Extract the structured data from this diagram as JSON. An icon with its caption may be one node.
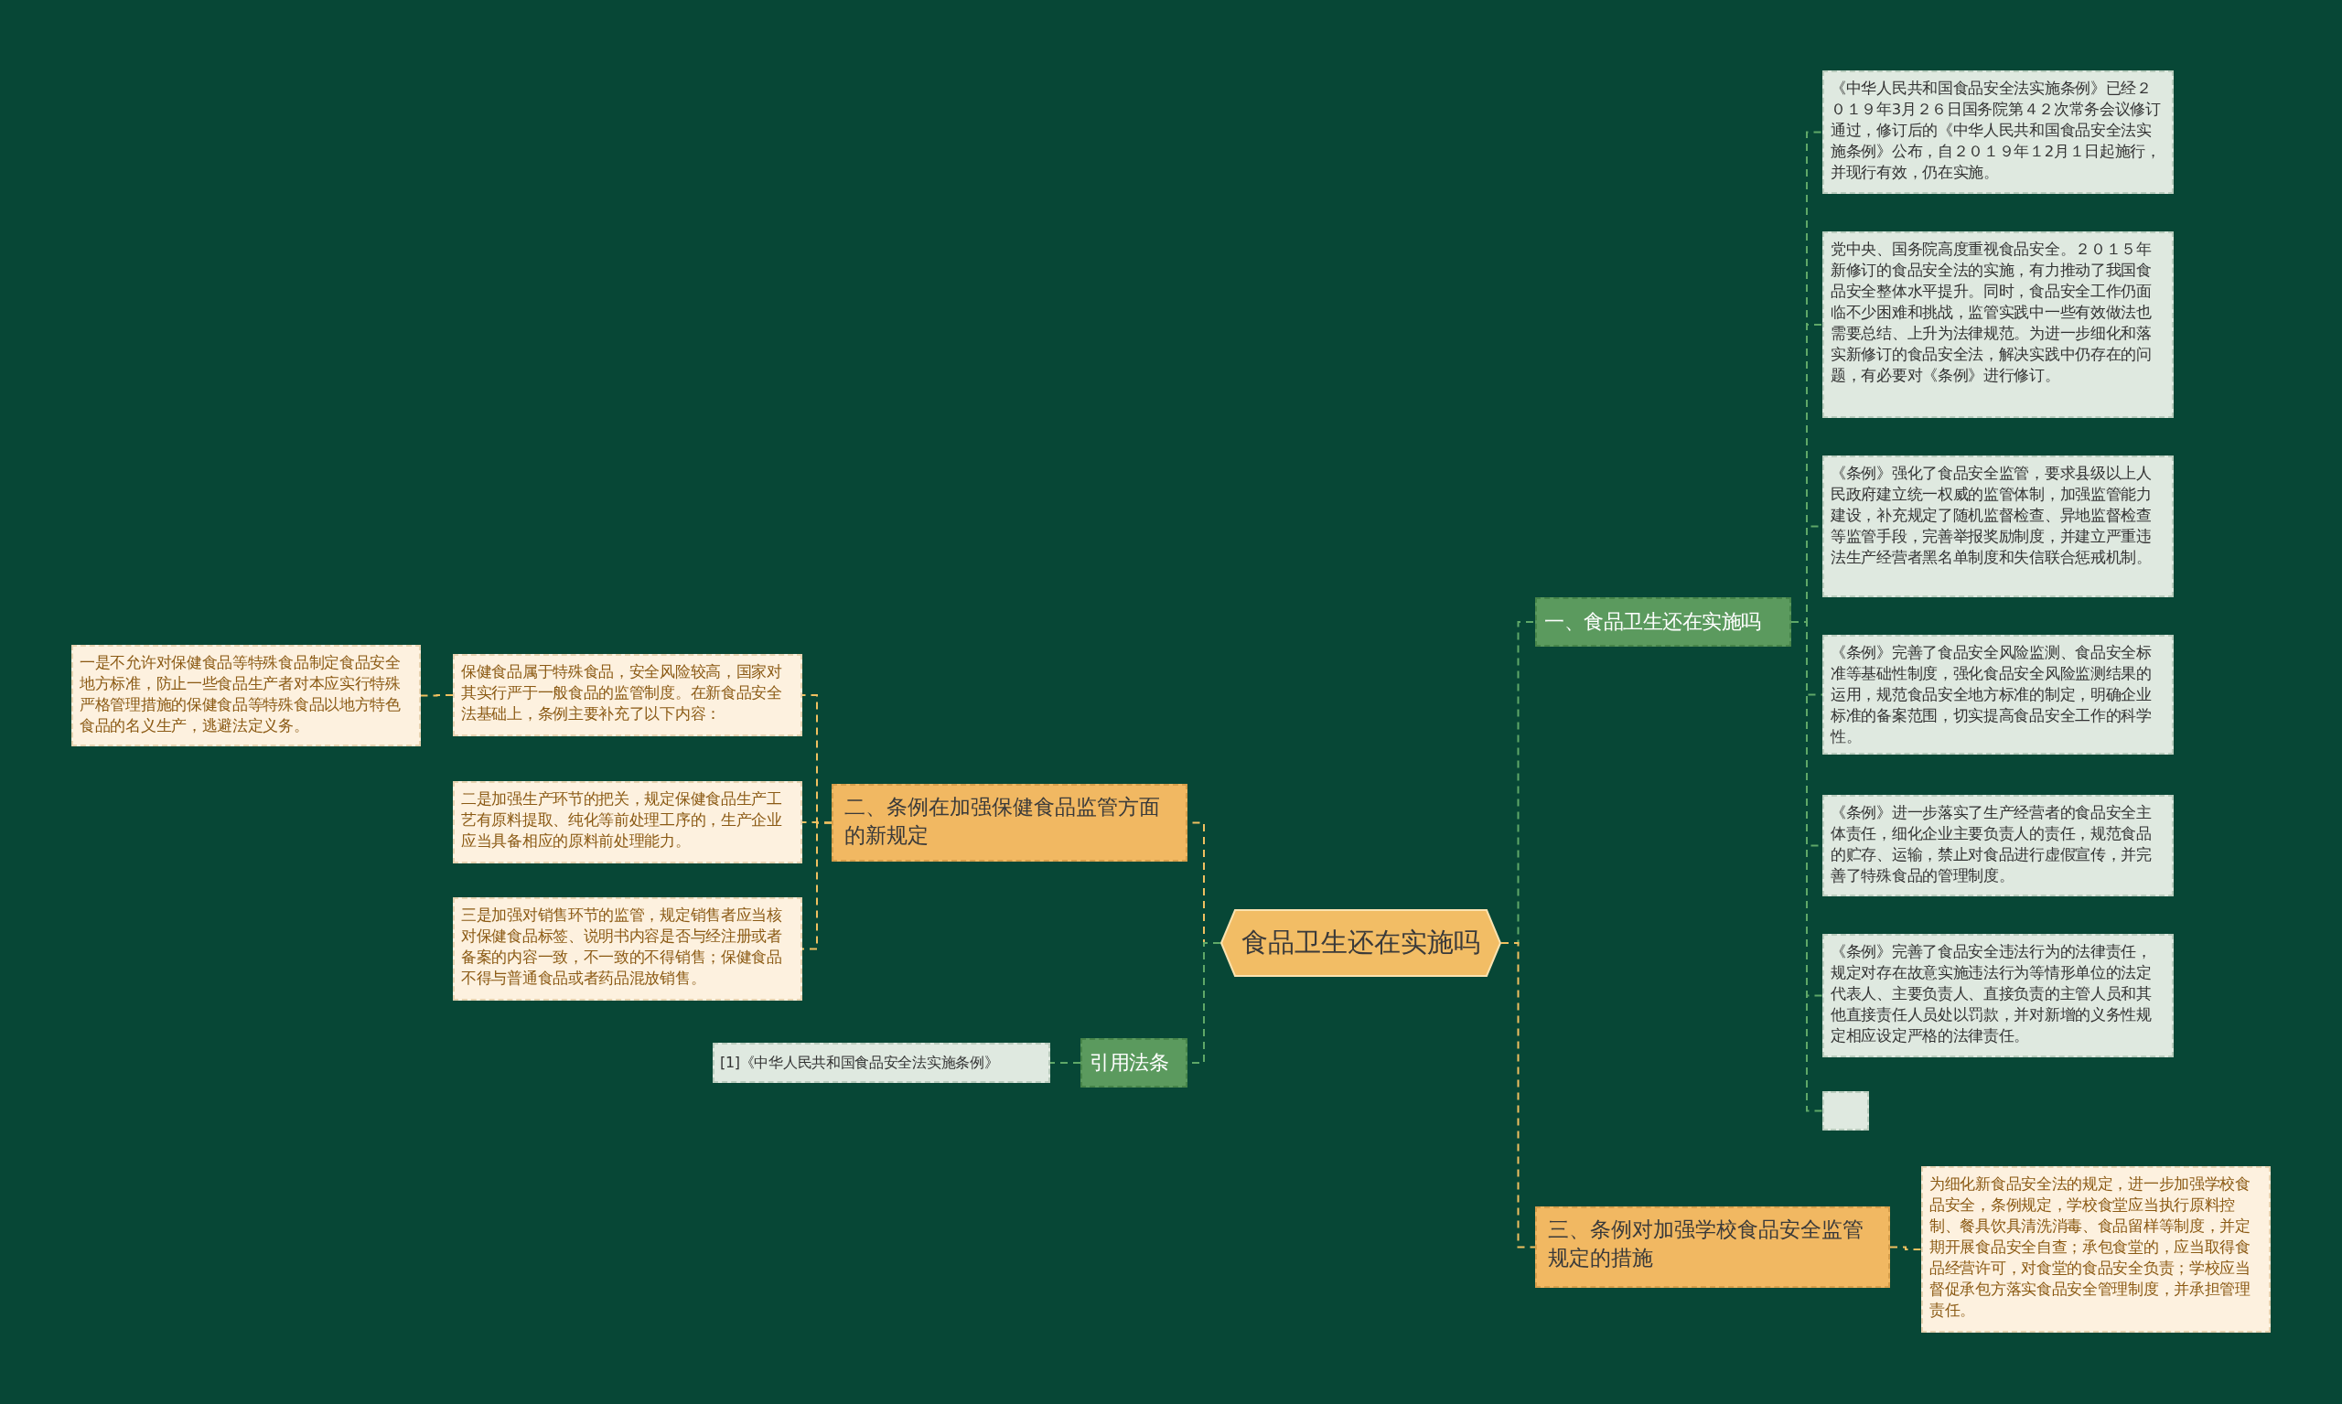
{
  "diagram": {
    "nodes": [
      {
        "text": [
          "食品卫生还在实施吗"
        ]
      },
      {
        "text": [
          "一、食品卫生还在实施吗"
        ]
      },
      {
        "text": [
          "《中华人民共和国食品安全法实施条例》已经２０１９年3月２６日国务院第４２次常务会议修订通过，修订后的《中华人民共和国食品安全法实施条例》公布，自２０１９年１2月１日起施行，并现行有效，仍在实施。"
        ]
      },
      {
        "text": [
          "党中央、国务院高度重视食品安全。２０１５年新修订的食品安全法的实施，有力推动了我国食品安全整体水平提升。同时，食品安全工作仍面临不少困难和挑战，监管实践中一些有效做法也需要总结、上升为法律规范。为进一步细化和落实新修订的食品安全法，解决实践中仍存在的问题，有必要对《条例》进行修订。"
        ]
      },
      {
        "text": [
          "《条例》强化了食品安全监管，要求县级以上人民政府建立统一权威的监管体制，加强监管能力建设，补充规定了随机监督检查、异地监督检查等监管手段，完善举报奖励制度，并建立严重违法生产经营者黑名单制度和失信联合惩戒机制。"
        ]
      },
      {
        "text": [
          "《条例》完善了食品安全风险监测、食品安全标准等基础性制度，强化食品安全风险监测结果的运用，规范食品安全地方标准的制定，明确企业标准的备案范围，切实提高食品安全工作的科学性。"
        ]
      },
      {
        "text": [
          "《条例》进一步落实了生产经营者的食品安全主体责任，细化企业主要负责人的责任，规范食品的贮存、运输，禁止对食品进行虚假宣传，并完善了特殊食品的管理制度。"
        ]
      },
      {
        "text": [
          "《条例》完善了食品安全违法行为的法律责任，规定对存在故意实施违法行为等情形单位的法定代表人、主要负责人、直接负责的主管人员和其他直接责任人员处以罚款，并对新增的义务性规定相应设定严格的法律责任。"
        ]
      },
      {
        "text": [],
        "shape": "box"
      },
      {
        "text": [
          "三、条例对加强学校食品安全监管规定的措施"
        ]
      },
      {
        "text": [
          "为细化新食品安全法的规定，进一步加强学校食品安全，条例规定，学校食堂应当执行原料控制、餐具饮具清洗消毒、食品留样等制度，并定期开展食品安全自查；承包食堂的，应当取得食品经营许可，对食堂的食品安全负责；学校应当督促承包方落实食品安全管理制度，并承担管理责任。"
        ]
      },
      {
        "text": [
          "二、条例在加强保健食品监管方面的新规定"
        ]
      },
      {
        "text": [
          "保健食品属于特殊食品，安全风险较高，国家对其实行严于一般食品的监管制度。在新食品安全法基础上，条例主要补充了以下内容："
        ]
      },
      {
        "text": [
          "一是不允许对保健食品等特殊食品制定食品安全地方标准，防止一些食品生产者对本应实行特殊严格管理措施的保健食品等特殊食品以地方特色食品的名义生产，逃避法定义务。"
        ]
      },
      {
        "text": [
          "二是加强生产环节的把关，规定保健食品生产工艺有原料提取、纯化等前处理工序的，生产企业应当具备相应的原料前处理能力。"
        ]
      },
      {
        "text": [
          "三是加强对销售环节的监管，规定销售者应当核对保健食品标签、说明书内容是否与经注册或者备案的内容一致，不一致的不得销售；保健食品不得与普通食品或者药品混放销售。"
        ]
      },
      {
        "text": [
          "引用法条"
        ]
      },
      {
        "text": [
          "[1]《中华人民共和国食品安全法实施条例》"
        ]
      }
    ],
    "edges": [
      {
        "from": 0,
        "to": 1,
        "arrow": "none",
        "style": "dashed"
      },
      {
        "from": 1,
        "to": 2,
        "arrow": "none",
        "style": "dashed"
      },
      {
        "from": 1,
        "to": 3,
        "arrow": "none",
        "style": "dashed"
      },
      {
        "from": 1,
        "to": 4,
        "arrow": "none",
        "style": "dashed"
      },
      {
        "from": 1,
        "to": 5,
        "arrow": "none",
        "style": "dashed"
      },
      {
        "from": 1,
        "to": 6,
        "arrow": "none",
        "style": "dashed"
      },
      {
        "from": 1,
        "to": 7,
        "arrow": "none",
        "style": "dashed"
      },
      {
        "from": 1,
        "to": 8,
        "arrow": "none",
        "style": "dashed"
      },
      {
        "from": 0,
        "to": 9,
        "arrow": "none",
        "style": "dashed",
        "color": "#f0c060"
      },
      {
        "from": 9,
        "to": 10,
        "arrow": "none",
        "style": "dashed",
        "color": "#f0c060"
      },
      {
        "from": 0,
        "to": 11,
        "arrow": "none",
        "style": "dashed",
        "color": "#f0c060"
      },
      {
        "from": 11,
        "to": 12,
        "arrow": "none",
        "style": "dashed",
        "color": "#f0c060"
      },
      {
        "from": 12,
        "to": 13,
        "arrow": "none",
        "style": "dashed",
        "color": "#f0c060"
      },
      {
        "from": 11,
        "to": 14,
        "arrow": "none",
        "style": "dashed",
        "color": "#f0c060"
      },
      {
        "from": 11,
        "to": 15,
        "arrow": "none",
        "style": "dashed",
        "color": "#f0c060"
      },
      {
        "from": 0,
        "to": 16,
        "arrow": "none",
        "style": "dashed"
      },
      {
        "from": 16,
        "to": 17,
        "arrow": "none",
        "style": "dashed"
      }
    ]
  }
}
